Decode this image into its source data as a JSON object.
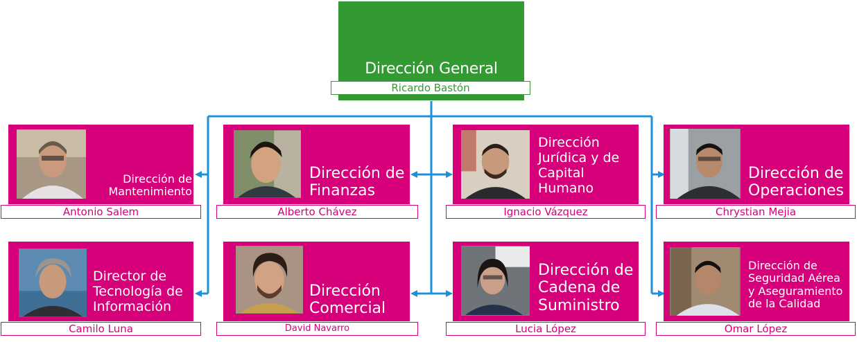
{
  "root": {
    "title": "Dirección General",
    "name": "Ricardo Bastón"
  },
  "units": [
    {
      "title": "Dirección de Mantenimiento",
      "name": "Antonio Salem"
    },
    {
      "title": "Dirección de Finanzas",
      "name": "Alberto Chávez"
    },
    {
      "title": "Dirección Jurídica y de Capital Humano",
      "name": "Ignacio Vázquez"
    },
    {
      "title": "Dirección de Operaciones",
      "name": "Chrystian Mejia"
    },
    {
      "title": "Director de Tecnología de Información",
      "name": "Camilo Luna"
    },
    {
      "title": "Dirección Comercial",
      "name": "David Navarro"
    },
    {
      "title": "Dirección de Cadena de Suministro",
      "name": "Lucia López"
    },
    {
      "title": "Dirección de Seguridad Aérea y Aseguramiento de la Calidad",
      "name": "Omar López"
    }
  ],
  "colors": {
    "root_fill": "#339933",
    "unit_fill": "#d6007a",
    "connector": "#1e90d8"
  },
  "icons": [
    "person-photo-icon",
    "arrow-head-icon"
  ]
}
